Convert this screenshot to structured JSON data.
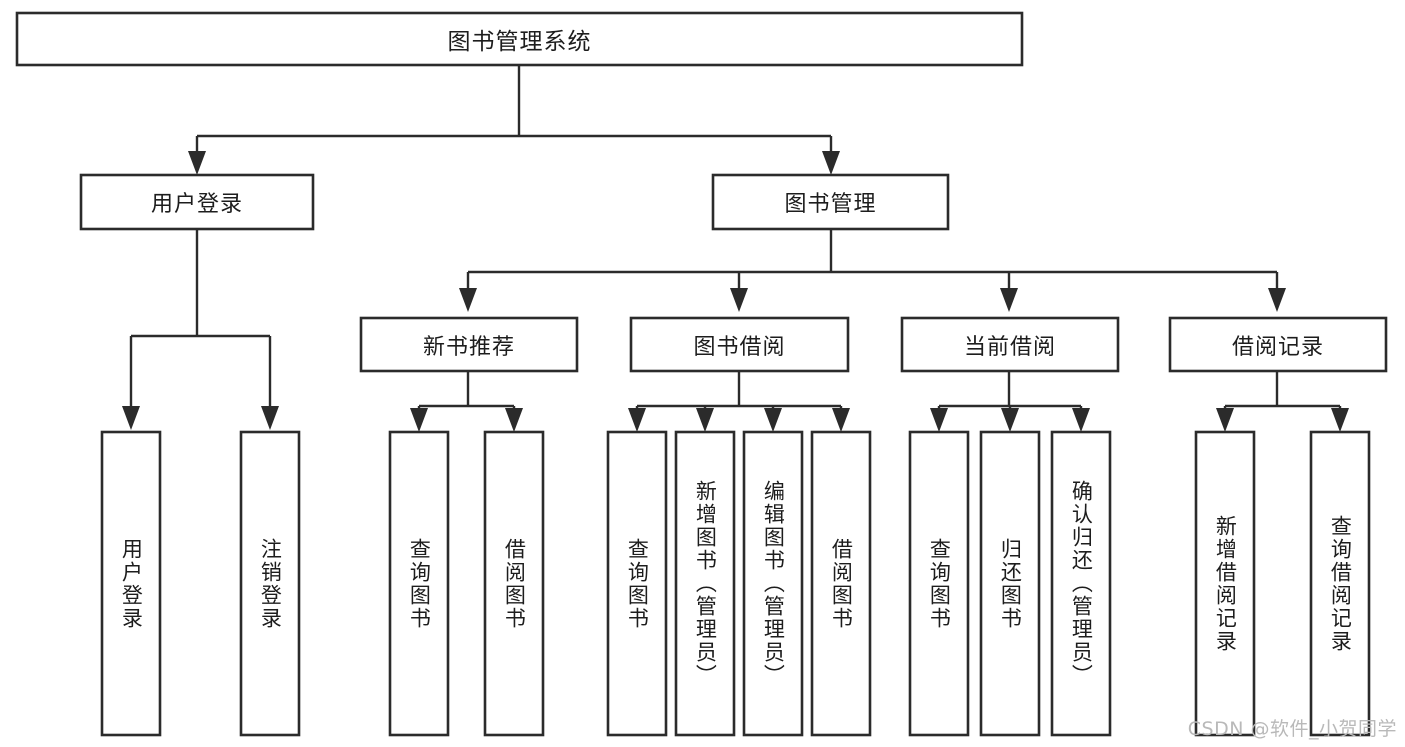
{
  "diagram": {
    "type": "tree",
    "title": "图书管理系统",
    "watermark": "CSDN @软件_小贺同学",
    "colors": {
      "box_stroke": "#2b2b2b",
      "box_fill": "#ffffff",
      "text": "#1d1d1d",
      "background": "#ffffff",
      "watermark": "#b9b9b9"
    },
    "root": {
      "label": "图书管理系统"
    },
    "level2": [
      {
        "label": "用户登录"
      },
      {
        "label": "图书管理"
      }
    ],
    "level3": [
      {
        "label": "新书推荐"
      },
      {
        "label": "图书借阅"
      },
      {
        "label": "当前借阅"
      },
      {
        "label": "借阅记录"
      }
    ],
    "leaves": {
      "user_login": [
        {
          "label": "用户登录"
        },
        {
          "label": "注销登录"
        }
      ],
      "new_book_recommend": [
        {
          "label": "查询图书"
        },
        {
          "label": "借阅图书"
        }
      ],
      "book_borrow": [
        {
          "label": "查询图书"
        },
        {
          "label": "新增图书（管理员）"
        },
        {
          "label": "编辑图书（管理员）"
        },
        {
          "label": "借阅图书"
        }
      ],
      "current_borrow": [
        {
          "label": "查询图书"
        },
        {
          "label": "归还图书"
        },
        {
          "label": "确认归还（管理员）"
        }
      ],
      "borrow_record": [
        {
          "label": "新增借阅记录"
        },
        {
          "label": "查询借阅记录"
        }
      ]
    }
  }
}
